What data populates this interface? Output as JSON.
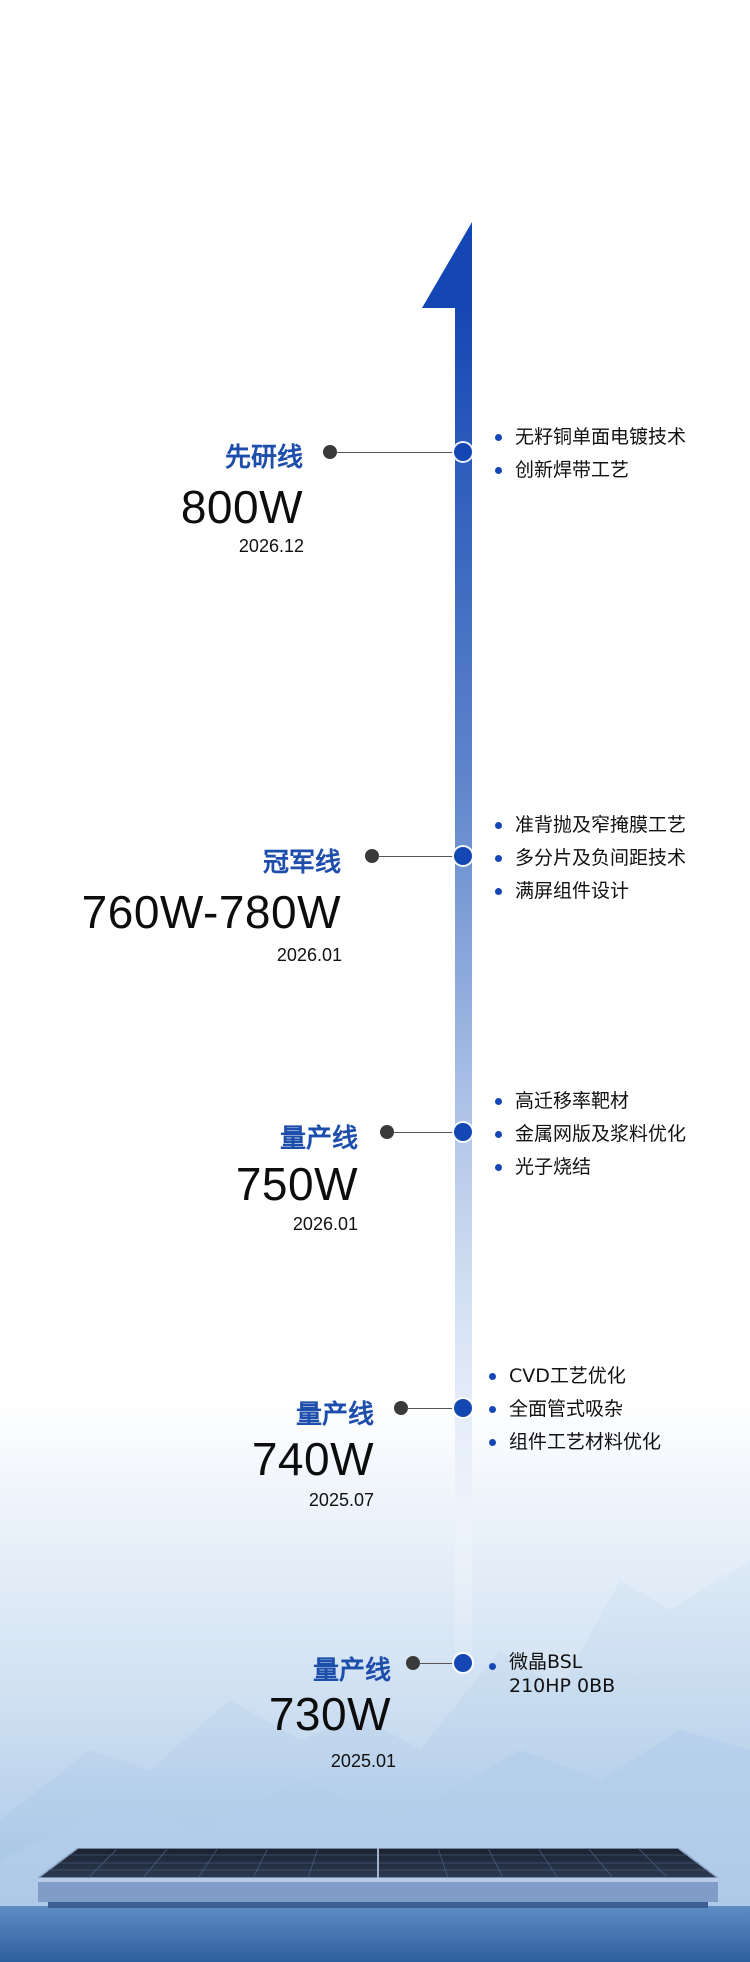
{
  "colors": {
    "accent": "#1447b3",
    "label": "#1d4eab",
    "text": "#111111"
  },
  "milestones": [
    {
      "line": "先研线",
      "power": "800W",
      "date": "2026.12",
      "features": [
        "无籽铜单面电镀技术",
        "创新焊带工艺"
      ]
    },
    {
      "line": "冠军线",
      "power": "760W-780W",
      "date": "2026.01",
      "features": [
        "准背抛及窄掩膜工艺",
        "多分片及负间距技术",
        "满屏组件设计"
      ]
    },
    {
      "line": "量产线",
      "power": "750W",
      "date": "2026.01",
      "features": [
        "高迁移率靶材",
        "金属网版及浆料优化",
        "光子烧结"
      ]
    },
    {
      "line": "量产线",
      "power": "740W",
      "date": "2025.07",
      "features": [
        "CVD工艺优化",
        "全面管式吸杂",
        "组件工艺材料优化"
      ]
    },
    {
      "line": "量产线",
      "power": "730W",
      "date": "2025.01",
      "features": [
        "微晶BSL",
        "210HP 0BB"
      ]
    }
  ],
  "decor": {
    "arrow-icon": "upward arrow head",
    "solar-panel-icon": "solar module",
    "mountain-icon": "background mountains"
  }
}
